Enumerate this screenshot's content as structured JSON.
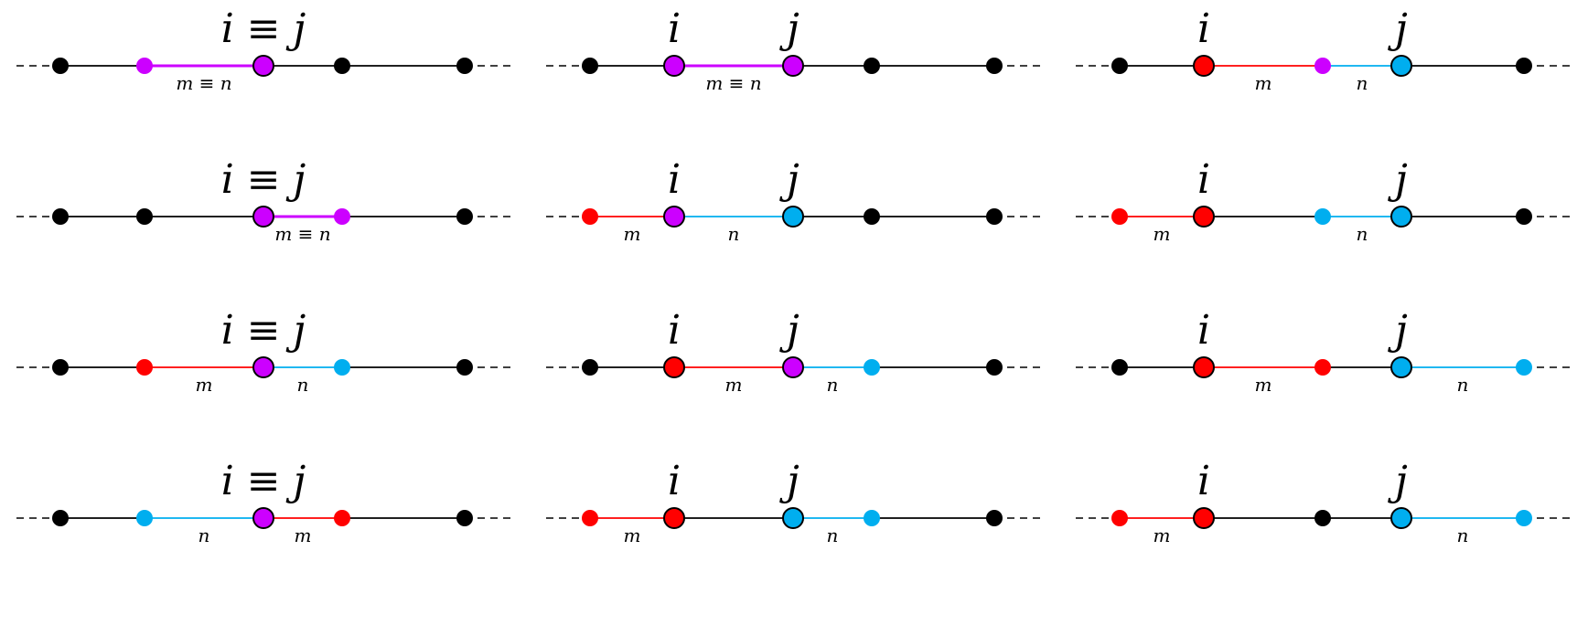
{
  "colors": {
    "black": "#000000",
    "red": "#ff0000",
    "blue": "#00aeef",
    "purple": "#cc00ff"
  },
  "panels": [
    {
      "top": "i ≡ j",
      "nodes": [
        {
          "c": "black"
        },
        {
          "c": "purple"
        },
        {
          "c": "purple",
          "big": true
        },
        {
          "c": "black"
        },
        {
          "c": "black"
        }
      ],
      "segments": [
        "black",
        "purple",
        "black",
        "black"
      ],
      "edge_labels": [
        {
          "seg": 1,
          "text": "m ≡ n"
        }
      ],
      "node_labels": [
        {
          "node": 2,
          "text": "i ≡ j"
        }
      ]
    },
    {
      "nodes": [
        {
          "c": "black"
        },
        {
          "c": "purple",
          "big": true
        },
        {
          "c": "purple",
          "big": true
        },
        {
          "c": "black"
        },
        {
          "c": "black"
        }
      ],
      "segments": [
        "black",
        "purple",
        "black",
        "black"
      ],
      "edge_labels": [
        {
          "seg": 1,
          "text": "m ≡ n"
        }
      ],
      "node_labels": [
        {
          "node": 1,
          "text": "i"
        },
        {
          "node": 2,
          "text": "j"
        }
      ]
    },
    {
      "nodes": [
        {
          "c": "black"
        },
        {
          "c": "red",
          "big": true
        },
        {
          "c": "purple"
        },
        {
          "c": "blue",
          "big": true
        },
        {
          "c": "black"
        }
      ],
      "segments": [
        "black",
        "red",
        "blue",
        "black"
      ],
      "edge_labels": [
        {
          "seg": 1,
          "text": "m"
        },
        {
          "seg": 2,
          "text": "n"
        }
      ],
      "node_labels": [
        {
          "node": 1,
          "text": "i"
        },
        {
          "node": 3,
          "text": "j"
        }
      ]
    },
    {
      "nodes": [
        {
          "c": "black"
        },
        {
          "c": "black"
        },
        {
          "c": "purple",
          "big": true
        },
        {
          "c": "purple"
        },
        {
          "c": "black"
        }
      ],
      "segments": [
        "black",
        "black",
        "purple",
        "black"
      ],
      "edge_labels": [
        {
          "seg": 2,
          "text": "m ≡ n"
        }
      ],
      "node_labels": [
        {
          "node": 2,
          "text": "i ≡ j"
        }
      ]
    },
    {
      "nodes": [
        {
          "c": "red"
        },
        {
          "c": "purple",
          "big": true
        },
        {
          "c": "blue",
          "big": true
        },
        {
          "c": "black"
        },
        {
          "c": "black"
        }
      ],
      "segments": [
        "red",
        "blue",
        "black",
        "black"
      ],
      "edge_labels": [
        {
          "seg": 0,
          "text": "m"
        },
        {
          "seg": 1,
          "text": "n"
        }
      ],
      "node_labels": [
        {
          "node": 1,
          "text": "i"
        },
        {
          "node": 2,
          "text": "j"
        }
      ]
    },
    {
      "nodes": [
        {
          "c": "red"
        },
        {
          "c": "red",
          "big": true
        },
        {
          "c": "blue"
        },
        {
          "c": "blue",
          "big": true
        },
        {
          "c": "black"
        }
      ],
      "segments": [
        "red",
        "black",
        "blue",
        "black"
      ],
      "edge_labels": [
        {
          "seg": 0,
          "text": "m"
        },
        {
          "seg": 2,
          "text": "n"
        }
      ],
      "node_labels": [
        {
          "node": 1,
          "text": "i"
        },
        {
          "node": 3,
          "text": "j"
        }
      ]
    },
    {
      "nodes": [
        {
          "c": "black"
        },
        {
          "c": "red"
        },
        {
          "c": "purple",
          "big": true
        },
        {
          "c": "blue"
        },
        {
          "c": "black"
        }
      ],
      "segments": [
        "black",
        "red",
        "blue",
        "black"
      ],
      "edge_labels": [
        {
          "seg": 1,
          "text": "m"
        },
        {
          "seg": 2,
          "text": "n"
        }
      ],
      "node_labels": [
        {
          "node": 2,
          "text": "i ≡ j"
        }
      ]
    },
    {
      "nodes": [
        {
          "c": "black"
        },
        {
          "c": "red",
          "big": true
        },
        {
          "c": "purple",
          "big": true
        },
        {
          "c": "blue"
        },
        {
          "c": "black"
        }
      ],
      "segments": [
        "black",
        "red",
        "blue",
        "black"
      ],
      "edge_labels": [
        {
          "seg": 1,
          "text": "m"
        },
        {
          "seg": 2,
          "text": "n"
        }
      ],
      "node_labels": [
        {
          "node": 1,
          "text": "i"
        },
        {
          "node": 2,
          "text": "j"
        }
      ]
    },
    {
      "nodes": [
        {
          "c": "black"
        },
        {
          "c": "red",
          "big": true
        },
        {
          "c": "red"
        },
        {
          "c": "blue",
          "big": true
        },
        {
          "c": "blue"
        }
      ],
      "segments": [
        "black",
        "red",
        "black",
        "blue"
      ],
      "edge_labels": [
        {
          "seg": 1,
          "text": "m"
        },
        {
          "seg": 3,
          "text": "n"
        }
      ],
      "node_labels": [
        {
          "node": 1,
          "text": "i"
        },
        {
          "node": 3,
          "text": "j"
        }
      ]
    },
    {
      "nodes": [
        {
          "c": "black"
        },
        {
          "c": "blue"
        },
        {
          "c": "purple",
          "big": true
        },
        {
          "c": "red"
        },
        {
          "c": "black"
        }
      ],
      "segments": [
        "black",
        "blue",
        "red",
        "black"
      ],
      "edge_labels": [
        {
          "seg": 1,
          "text": "n"
        },
        {
          "seg": 2,
          "text": "m"
        }
      ],
      "node_labels": [
        {
          "node": 2,
          "text": "i ≡ j"
        }
      ]
    },
    {
      "nodes": [
        {
          "c": "red"
        },
        {
          "c": "red",
          "big": true
        },
        {
          "c": "blue",
          "big": true
        },
        {
          "c": "blue"
        },
        {
          "c": "black"
        }
      ],
      "segments": [
        "red",
        "black",
        "blue",
        "black"
      ],
      "edge_labels": [
        {
          "seg": 0,
          "text": "m"
        },
        {
          "seg": 2,
          "text": "n"
        }
      ],
      "node_labels": [
        {
          "node": 1,
          "text": "i"
        },
        {
          "node": 2,
          "text": "j"
        }
      ]
    },
    {
      "nodes": [
        {
          "c": "red"
        },
        {
          "c": "red",
          "big": true
        },
        {
          "c": "black"
        },
        {
          "c": "blue",
          "big": true
        },
        {
          "c": "blue"
        }
      ],
      "segments": [
        "red",
        "black",
        "black",
        "blue"
      ],
      "edge_labels": [
        {
          "seg": 0,
          "text": "m"
        },
        {
          "seg": 3,
          "text": "n"
        }
      ],
      "node_labels": [
        {
          "node": 1,
          "text": "i"
        },
        {
          "node": 3,
          "text": "j"
        }
      ]
    }
  ]
}
